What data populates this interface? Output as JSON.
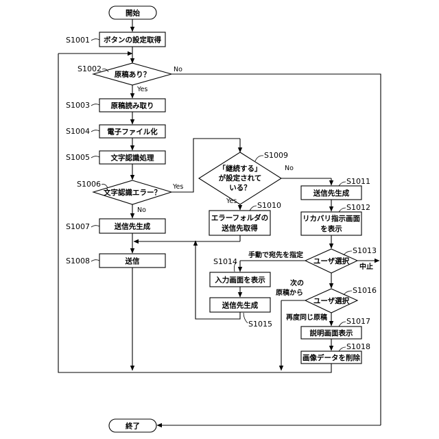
{
  "diagram": {
    "terminals": {
      "start": "開始",
      "end": "終了"
    },
    "steps": {
      "s1001": {
        "label": "S1001",
        "text": "ボタンの設定取得"
      },
      "s1002": {
        "label": "S1002",
        "text": "原稿あり？"
      },
      "s1003": {
        "label": "S1003",
        "text": "原稿読み取り"
      },
      "s1004": {
        "label": "S1004",
        "text": "電子ファイル化"
      },
      "s1005": {
        "label": "S1005",
        "text": "文字認識処理"
      },
      "s1006": {
        "label": "S1006",
        "text": "文字認識エラー？"
      },
      "s1007": {
        "label": "S1007",
        "text": "送信先生成"
      },
      "s1008": {
        "label": "S1008",
        "text": "送信"
      },
      "s1009": {
        "label": "S1009",
        "lines": [
          "「継続する」",
          "が設定されて",
          "いる？"
        ]
      },
      "s1010": {
        "label": "S1010",
        "lines": [
          "エラーフォルダの",
          "送信先取得"
        ]
      },
      "s1011": {
        "label": "S1011",
        "text": "送信先生成"
      },
      "s1012": {
        "label": "S1012",
        "lines": [
          "リカバリ指示画面",
          "を表示"
        ]
      },
      "s1013": {
        "label": "S1013",
        "text": "ユーザ選択"
      },
      "s1014": {
        "label": "S1014",
        "text": "入力画面を表示"
      },
      "s1015": {
        "label": "S1015",
        "text": "送信先生成"
      },
      "s1016": {
        "label": "S1016",
        "text": "ユーザ選択"
      },
      "s1017": {
        "label": "S1017",
        "text": "説明画面表示"
      },
      "s1018": {
        "label": "S1018",
        "text": "画像データを削除"
      }
    },
    "branch_labels": {
      "yes": "Yes",
      "no": "No",
      "manual_destination": "手動で宛先を指定",
      "cancel": "中止",
      "next_document": [
        "次の",
        "原稿から"
      ],
      "same_document_again": "再度同じ原稿"
    }
  }
}
